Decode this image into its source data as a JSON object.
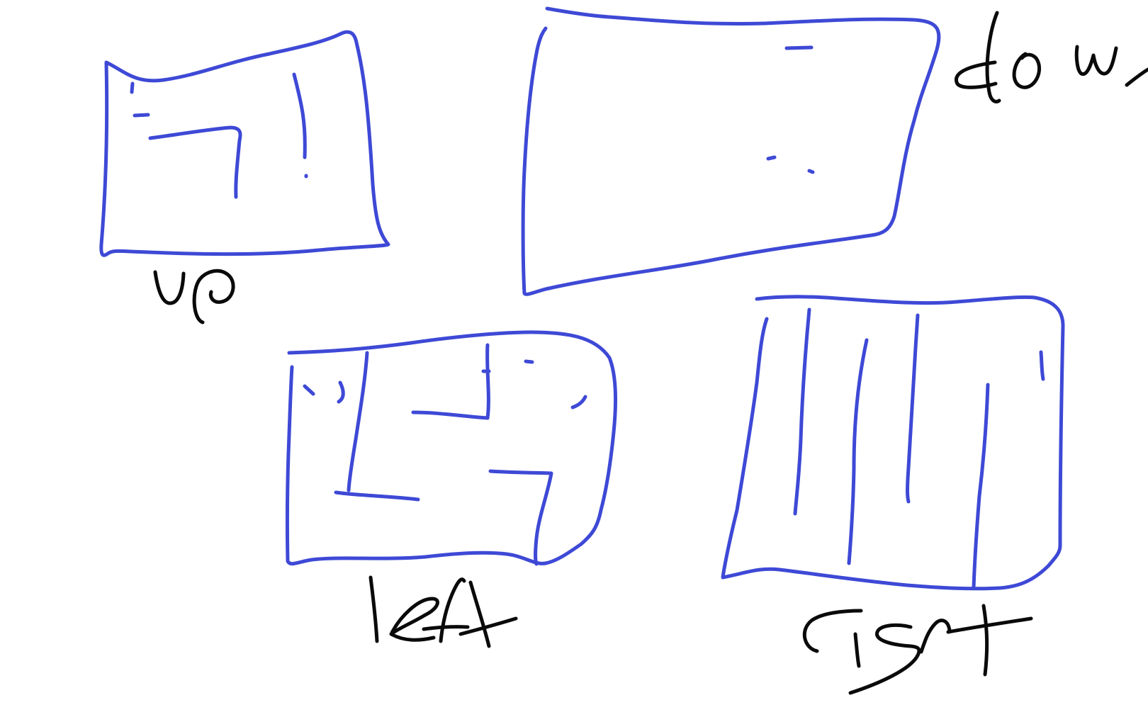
{
  "colors": {
    "ink_blue": "#3e49d6",
    "ink_black": "#0a0a0a",
    "background": "#ffffff"
  },
  "sketches": [
    {
      "id": "up",
      "label": "up"
    },
    {
      "id": "down",
      "label": "down"
    },
    {
      "id": "left",
      "label": "left"
    },
    {
      "id": "right",
      "label": "right"
    }
  ]
}
